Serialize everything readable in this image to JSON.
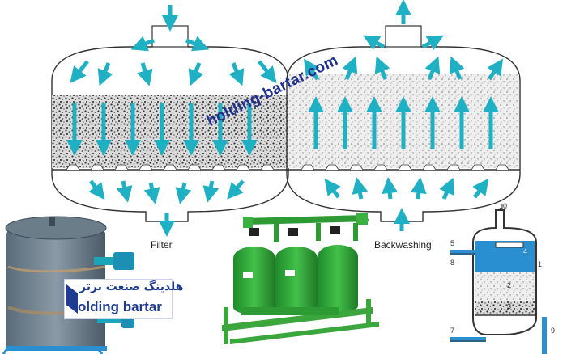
{
  "labels": {
    "filter": "Filter",
    "backwashing": "Backwashing",
    "watermark": "holding-bartar.com"
  },
  "logo": {
    "persian_text": "هلدینگ صنعت برتر",
    "english_text": "olding bartar"
  },
  "schematic_numbers": {
    "n10": "10",
    "n5": "5",
    "n8": "8",
    "n4": "4",
    "n1": "1",
    "n2": "2",
    "n3": "3",
    "n7": "7",
    "n9": "9"
  },
  "colors": {
    "arrow": "#1fb0c4",
    "arrow_dark": "#12a3bf",
    "outline": "#333333",
    "water_blue": "#2a8fd0",
    "tank_green": "#2fa23a",
    "frame_green": "#3aa63c",
    "watermark": "#1f2f8f"
  }
}
